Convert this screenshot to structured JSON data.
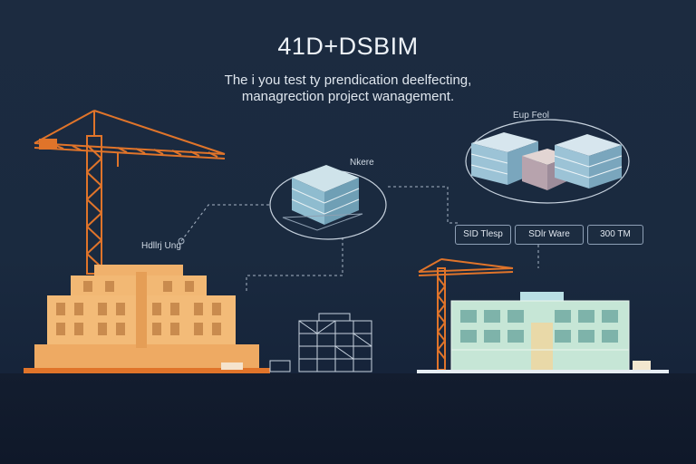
{
  "header": {
    "title": "41D+DSBIM",
    "subtitle_line1": "The i you test ty prendication deelfecting,",
    "subtitle_line2": "managrection project wanagement."
  },
  "labels": {
    "left_building": "Hdllrj Ung",
    "center_model": "Nkere",
    "top_right_model": "Eup Feol"
  },
  "tags": [
    "SID Tlesp",
    "SDlr Ware",
    "300 TM"
  ],
  "colors": {
    "crane": "#e0742a",
    "building_orange": "#f1b56f",
    "background": "#1c2b40",
    "model_blue": "#9fc8da",
    "model_green": "#b7e3c2"
  }
}
